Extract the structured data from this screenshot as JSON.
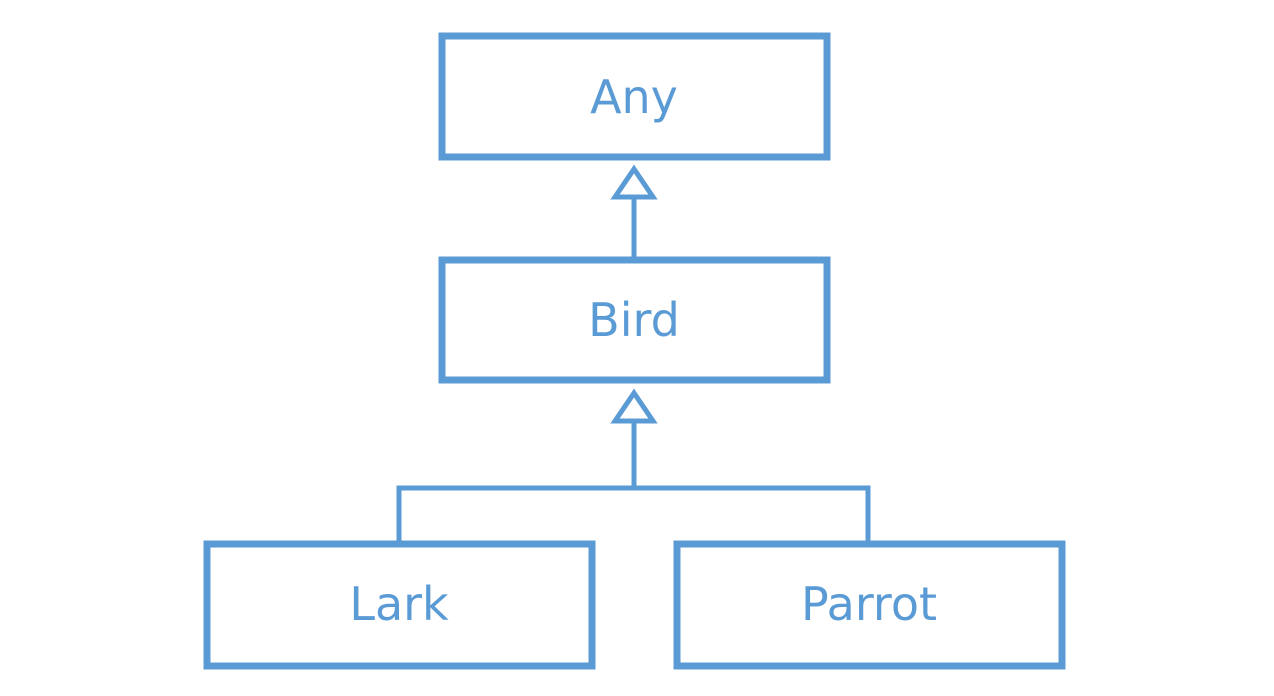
{
  "colors": {
    "accent": "#5b9bd5",
    "background": "#ffffff"
  },
  "nodes": {
    "any": {
      "label": "Any"
    },
    "bird": {
      "label": "Bird"
    },
    "lark": {
      "label": "Lark"
    },
    "parrot": {
      "label": "Parrot"
    }
  },
  "relations": [
    {
      "type": "generalization",
      "from": "bird",
      "to": "any"
    },
    {
      "type": "generalization",
      "from": "lark",
      "to": "bird"
    },
    {
      "type": "generalization",
      "from": "parrot",
      "to": "bird"
    }
  ]
}
